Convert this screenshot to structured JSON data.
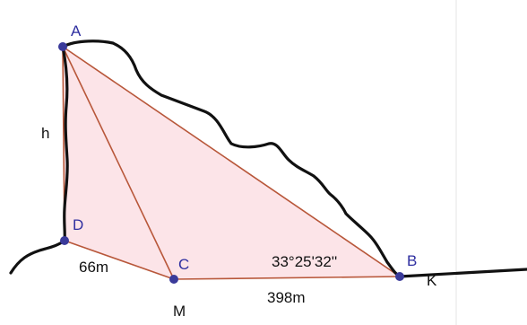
{
  "points": {
    "A": "A",
    "B": "B",
    "C": "C",
    "D": "D"
  },
  "extra_labels": {
    "K": "K",
    "M": "M",
    "h": "h"
  },
  "measurements": {
    "dc": "66m",
    "cb": "398m",
    "angle_b": "33°25'32''"
  },
  "colors": {
    "triangle_fill": "#fce4e8",
    "segment": "#b8573a",
    "terrain": "#111111",
    "point": "#3a3a9a",
    "point_label": "#2f2fa0",
    "guide_line": "#e6e6e6"
  }
}
